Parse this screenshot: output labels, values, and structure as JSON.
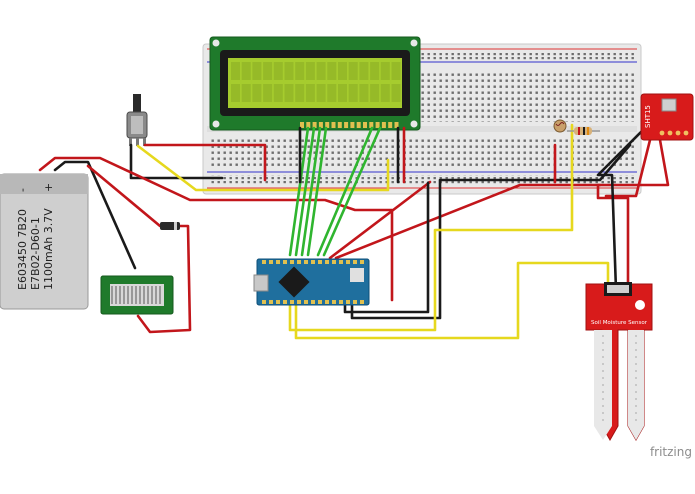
{
  "battery": {
    "line1": "E603450 7B20",
    "line2": "E7B02-D60-1",
    "line3": "1100mAh 3.7V",
    "minus": "-",
    "plus": "+"
  },
  "sensor_sht15": {
    "label": "SHT15"
  },
  "sensor_soil": {
    "label": "Soil Moisture Sensor"
  },
  "watermark": {
    "text": "fritzing"
  },
  "colors": {
    "wire_red": "#c2161b",
    "wire_black": "#1a1a1a",
    "wire_yellow": "#e6d81e",
    "wire_green": "#2fb52f",
    "lcd_screen": "#a6cc2e",
    "lcd_board": "#1f7a2b",
    "arduino": "#1f6f9e",
    "sensor_red": "#d81b1b",
    "breadboard": "#eeeeee"
  }
}
